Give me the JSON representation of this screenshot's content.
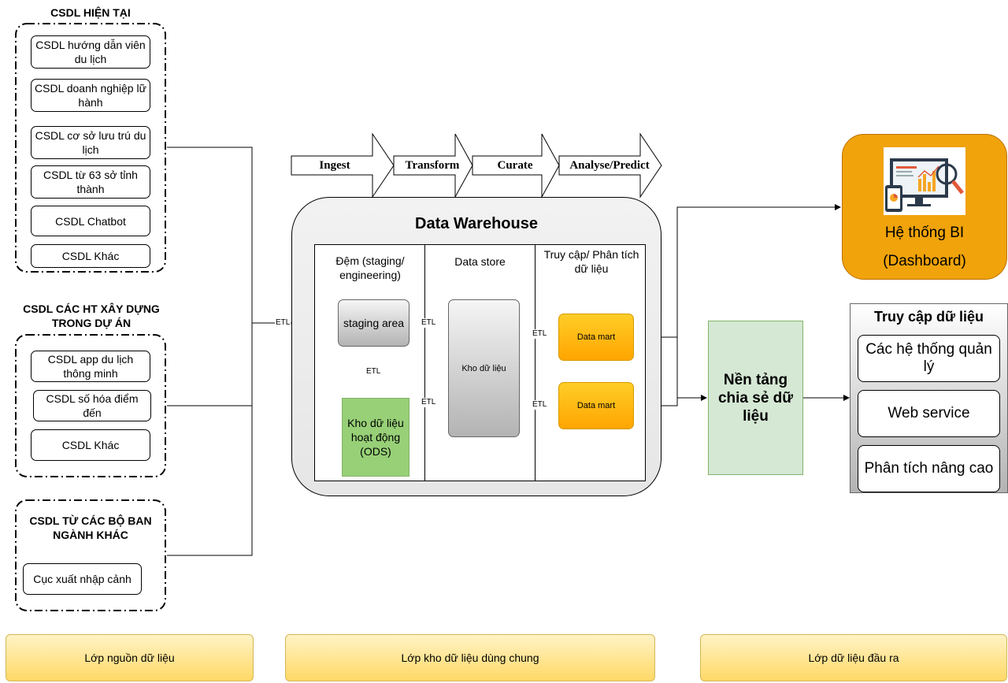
{
  "source_groups": {
    "current": {
      "title": "CSDL  HIỆN TẠI",
      "items": [
        "CSDL hướng dẫn viên du lịch",
        "CSDL doanh nghiệp lữ hành",
        "CSDL cơ sở lưu trú du lịch",
        "CSDL từ 63 sở tỉnh thành",
        "CSDL Chatbot",
        "CSDL Khác"
      ]
    },
    "project": {
      "title": "CSDL  CÁC HT XÂY DỰNG TRONG DỰ ÁN",
      "items": [
        "CSDL app du lịch thông minh",
        "CSDL số hóa điểm đến",
        "CSDL Khác"
      ]
    },
    "other": {
      "title": "CSDL  TỪ CÁC BỘ BAN NGÀNH KHÁC",
      "items": [
        "Cục xuất nhập cảnh"
      ]
    }
  },
  "pipeline": [
    "Ingest",
    "Transform",
    "Curate",
    "Analyse/Predict"
  ],
  "warehouse": {
    "title": "Data Warehouse",
    "columns": [
      "Đệm (staging/ engineering)",
      "Data store",
      "Truy cập/  Phân tích dữ liệu"
    ],
    "staging": "staging area",
    "ods": "Kho dữ liệu hoạt động (ODS)",
    "store": "Kho dữ liệu",
    "marts": [
      "Data mart",
      "Data mart"
    ]
  },
  "etl_label": "ETL",
  "bi": {
    "title": "Hệ thống BI",
    "subtitle": "(Dashboard)"
  },
  "sharing": "Nền tảng chia sẻ dữ liệu",
  "access": {
    "title": "Truy cập dữ liệu",
    "items": [
      "Các hệ thống quản lý",
      "Web service",
      "Phân tích nâng cao"
    ]
  },
  "layers": [
    "Lớp nguồn dữ liệu",
    "Lớp kho dữ liệu dùng chung",
    "Lớp dữ liệu đầu ra"
  ],
  "colors": {
    "bi_fill": "#f0a30a",
    "ods_fill": "#97d077",
    "sharing_fill": "#d5e8d4",
    "mart_fill": "#ffb000",
    "layer_fill": "#ffd966"
  }
}
